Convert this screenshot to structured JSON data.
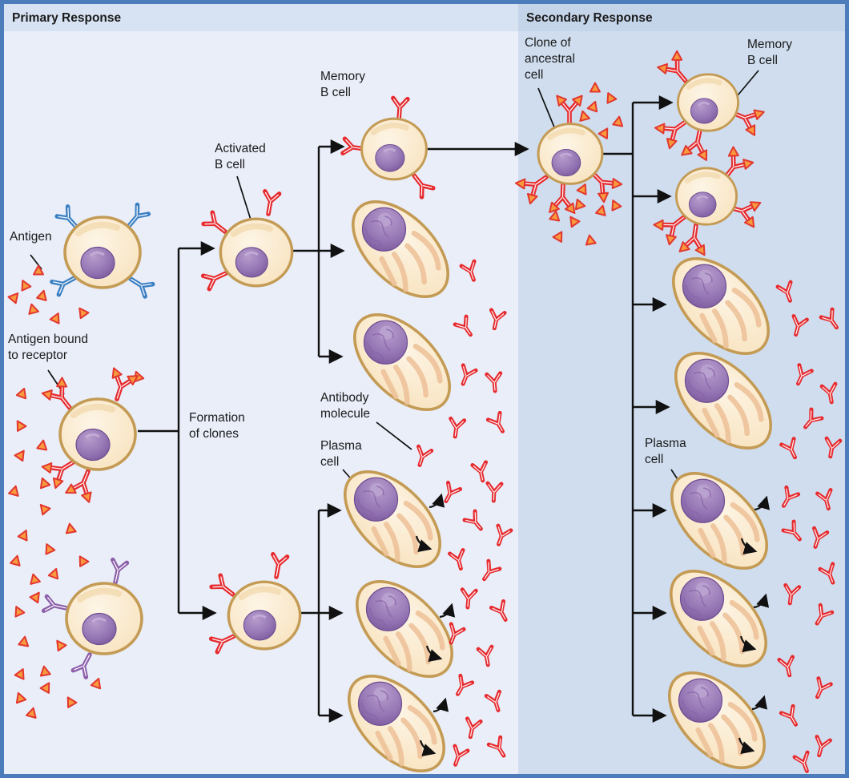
{
  "panels": {
    "primary": {
      "title": "Primary Response"
    },
    "secondary": {
      "title": "Secondary Response"
    }
  },
  "labels": {
    "antigen": "Antigen",
    "antigen_bound": "Antigen bound\nto receptor",
    "formation_of_clones": "Formation\nof clones",
    "activated_b_cell": "Activated\nB cell",
    "memory_b_cell_primary": "Memory\nB cell",
    "antibody_molecule": "Antibody\nmolecule",
    "plasma_cell_primary": "Plasma\ncell",
    "clone_of_ancestral_cell": "Clone of\nancestral\ncell",
    "memory_b_cell_secondary": "Memory\nB cell",
    "plasma_cell_secondary": "Plasma\ncell"
  },
  "colors": {
    "border": "#4c7cb9",
    "primary_header": "#d7e3f3",
    "primary_bg": "#e9eef9",
    "secondary_header": "#c4d4e9",
    "secondary_bg": "#cfddee",
    "cell_fill_light": "#fdf5e6",
    "cell_fill": "#f6e0ba",
    "cell_edge": "#c49b55",
    "nucleus_light": "#b79ccc",
    "nucleus_dark": "#7b589c",
    "nucleus_edge": "#6d4d92",
    "er_color": "#ecc096",
    "receptor_blue": "#3a7fc2",
    "receptor_red": "#e62a2e",
    "receptor_purple": "#8d5fa9",
    "antibody": "#e62a2e",
    "antigen_fill": "#f89a3d",
    "antigen_edge": "#e2372f",
    "arrow": "#111111",
    "label_text": "#1b1b1b"
  }
}
